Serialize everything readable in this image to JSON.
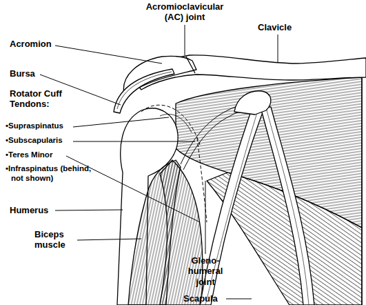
{
  "diagram": {
    "labels": [
      "Acromioclavicular (AC) joint",
      "Clavicle",
      "Acromion",
      "Bursa",
      "Rotator Cuff Tendons:",
      "•Supraspinatus",
      "•Subscapularis",
      "•Teres Minor",
      "•Infraspinatus (behind, not shown)",
      "Humerus",
      "Biceps muscle",
      "Gleno- humeral joint",
      "Scapula"
    ]
  }
}
